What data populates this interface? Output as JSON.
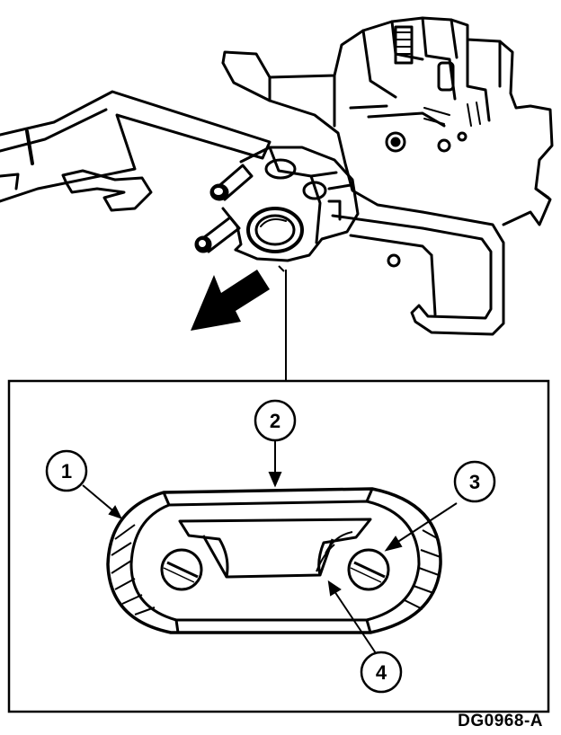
{
  "callouts": [
    {
      "id": "1",
      "label": "1"
    },
    {
      "id": "2",
      "label": "2"
    },
    {
      "id": "3",
      "label": "3"
    },
    {
      "id": "4",
      "label": "4"
    }
  ],
  "reference_code": "DG0968-A"
}
